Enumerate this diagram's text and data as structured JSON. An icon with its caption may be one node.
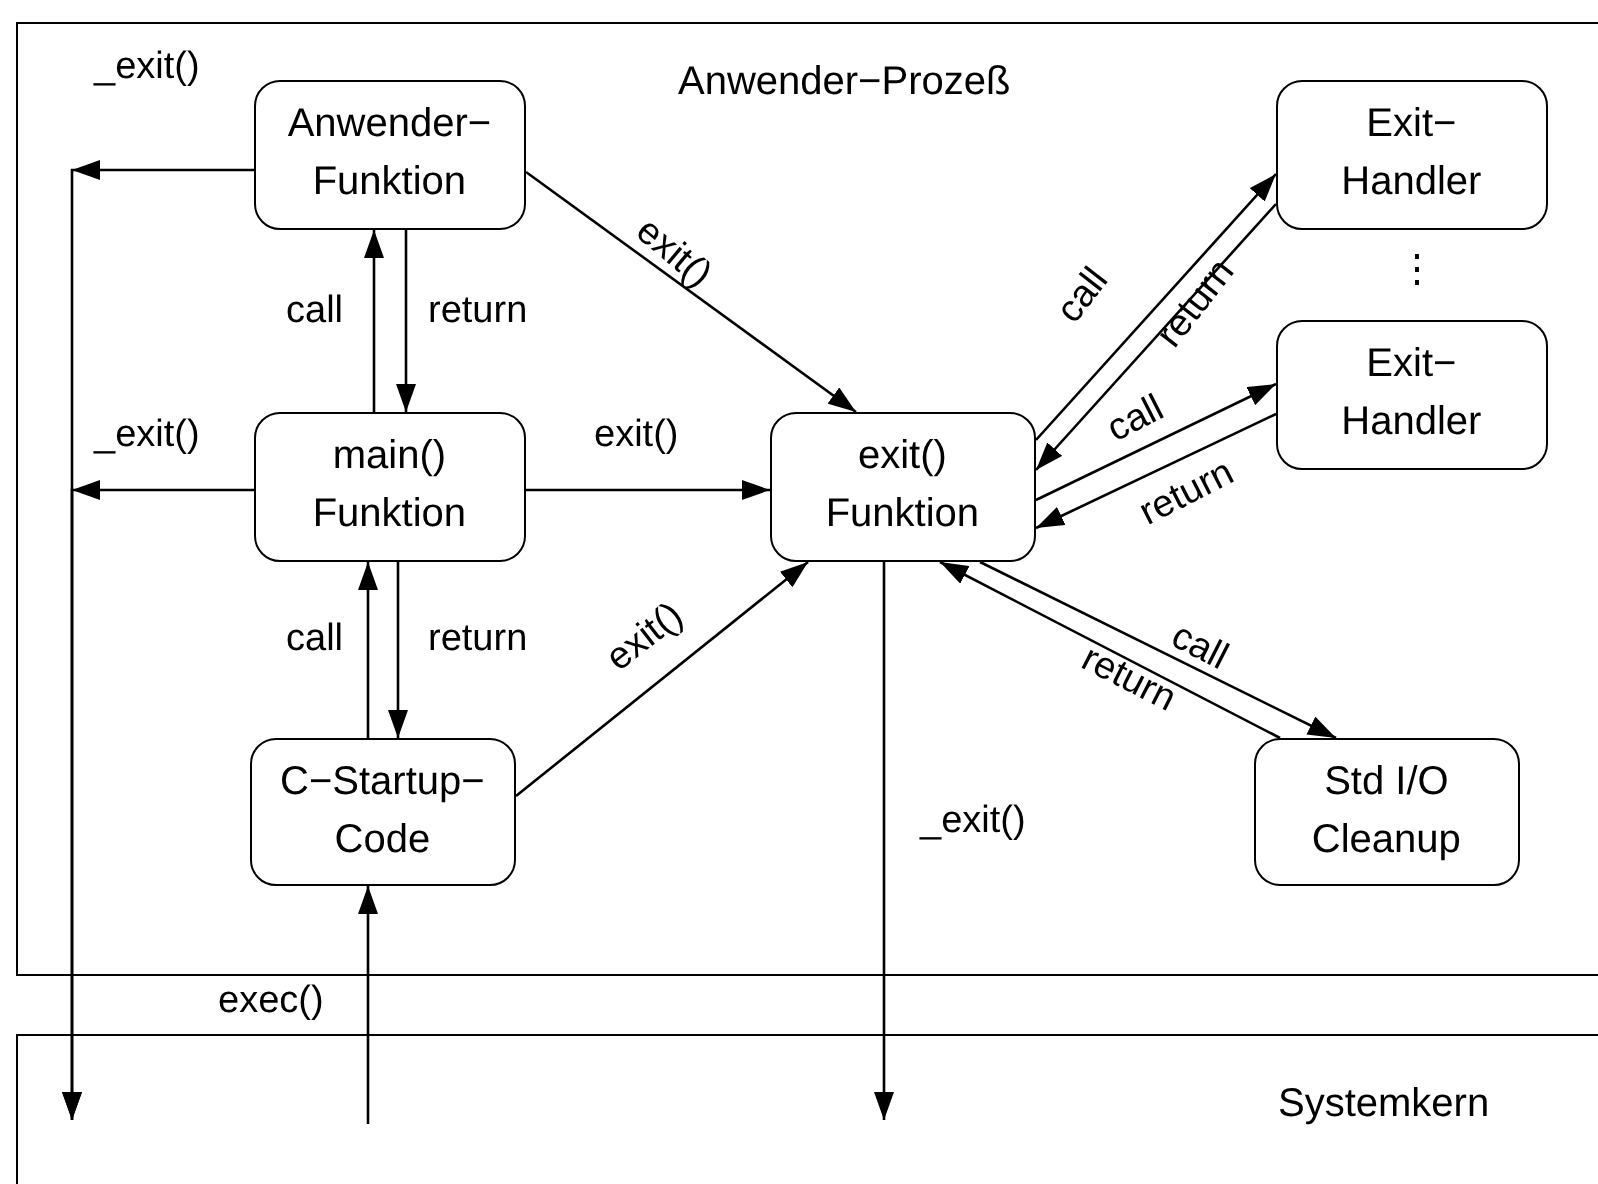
{
  "diagram": {
    "nodes": [
      {
        "text": [
          "Anwender−Prozeß"
        ]
      },
      {
        "text": [
          "Anwender− Funktion"
        ],
        "in": 0
      },
      {
        "text": [
          "main() Funktion"
        ],
        "in": 0
      },
      {
        "text": [
          "C−Startup− Code"
        ],
        "in": 0
      },
      {
        "text": [
          "exit() Funktion"
        ],
        "in": 0
      },
      {
        "text": [
          "Exit− Handler"
        ],
        "in": 0
      },
      {
        "text": [
          "Exit− Handler"
        ],
        "in": 0
      },
      {
        "text": [
          "Std I/O Cleanup"
        ],
        "in": 0
      },
      {
        "text": [
          "Systemkern"
        ]
      }
    ],
    "edges": [
      {
        "from": 1,
        "to": 8,
        "arrow": "to",
        "label": "_exit()"
      },
      {
        "from": 2,
        "to": 8,
        "arrow": "to",
        "label": "_exit()"
      },
      {
        "from": 2,
        "to": 1,
        "arrow": "to",
        "label": "call"
      },
      {
        "from": 1,
        "to": 2,
        "arrow": "to",
        "label": "return"
      },
      {
        "from": 3,
        "to": 2,
        "arrow": "to",
        "label": "call"
      },
      {
        "from": 2,
        "to": 3,
        "arrow": "to",
        "label": "return"
      },
      {
        "from": 8,
        "to": 3,
        "arrow": "to",
        "label": "exec()"
      },
      {
        "from": 1,
        "to": 4,
        "arrow": "to",
        "label": "exit()"
      },
      {
        "from": 2,
        "to": 4,
        "arrow": "to",
        "label": "exit()"
      },
      {
        "from": 3,
        "to": 4,
        "arrow": "to",
        "label": "exit()"
      },
      {
        "from": 4,
        "to": 5,
        "arrow": "to",
        "label": "call"
      },
      {
        "from": 5,
        "to": 4,
        "arrow": "to",
        "label": "return"
      },
      {
        "from": 4,
        "to": 6,
        "arrow": "to",
        "label": "call"
      },
      {
        "from": 6,
        "to": 4,
        "arrow": "to",
        "label": "return"
      },
      {
        "from": 4,
        "to": 7,
        "arrow": "to",
        "label": "call"
      },
      {
        "from": 7,
        "to": 4,
        "arrow": "to",
        "label": "return"
      },
      {
        "from": 4,
        "to": 8,
        "arrow": "to",
        "label": "_exit()"
      }
    ],
    "labels": [
      "⋮"
    ]
  }
}
